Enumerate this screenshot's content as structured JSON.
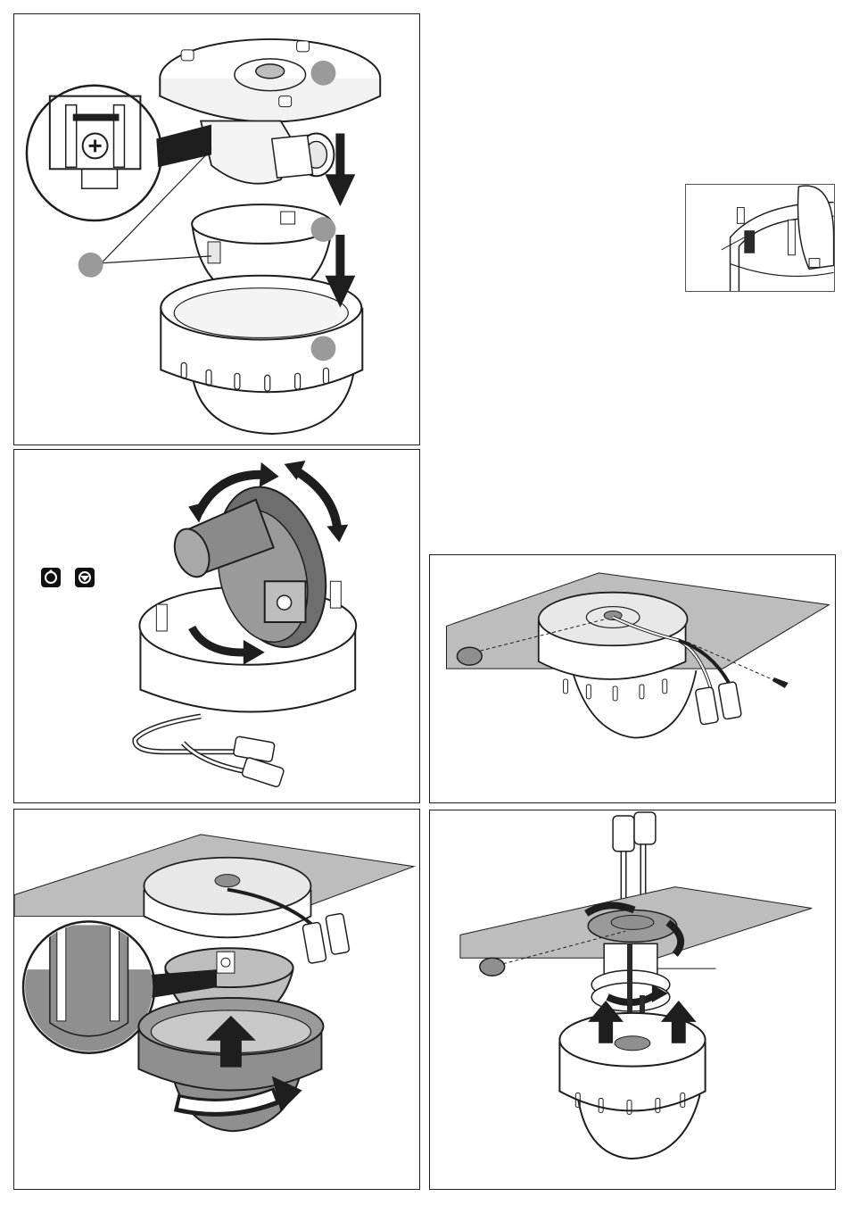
{
  "document": {
    "figures": [
      {
        "id": "fig1",
        "description": ""
      },
      {
        "id": "fig2",
        "description": ""
      },
      {
        "id": "fig3",
        "description": ""
      },
      {
        "id": "fig4",
        "description": ""
      },
      {
        "id": "fig5",
        "description": ""
      },
      {
        "id": "fig6",
        "description": ""
      }
    ],
    "icons": [
      "rotate-icon",
      "tilt-icon"
    ],
    "colors": {
      "line": "#1e1e1e",
      "shade": "#8f8f8f",
      "mid": "#bdbdbd",
      "light": "#e8e8e8",
      "marker": "#9a9a9a"
    }
  }
}
